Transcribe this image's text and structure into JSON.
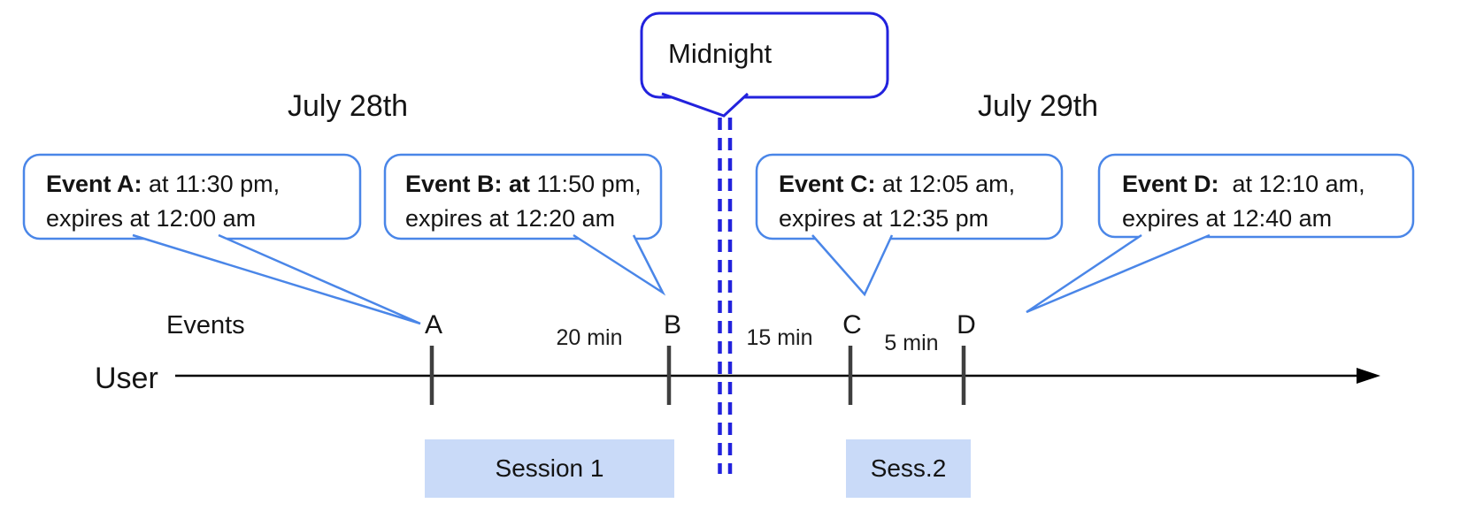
{
  "diagram": {
    "dates": {
      "left": "July 28th",
      "right": "July 29th"
    },
    "midnight_label": "Midnight",
    "axis": {
      "events_label": "Events",
      "user_label": "User"
    },
    "ticks": [
      "A",
      "B",
      "C",
      "D"
    ],
    "intervals": [
      "20 min",
      "15 min",
      "5 min"
    ],
    "callouts": [
      {
        "event": "A",
        "bold": "Event A:",
        "rest": " at 11:30 pm,",
        "line2": "expires at 12:00 am"
      },
      {
        "event": "B",
        "bold": "Event B: at",
        "rest": " 11:50 pm,",
        "line2": "expires at 12:20 am"
      },
      {
        "event": "C",
        "bold": "Event C:",
        "rest": " at 12:05 am,",
        "line2": "expires at 12:35 pm"
      },
      {
        "event": "D",
        "bold": "Event D:",
        "rest": "  at 12:10 am,",
        "line2": "expires at 12:40 am"
      }
    ],
    "sessions": [
      "Session 1",
      "Sess.2"
    ],
    "colors": {
      "callout_border": "#4a86e8",
      "midnight_border": "#2222dd",
      "dashed_line": "#2222dd",
      "session_fill": "#c9daf8",
      "tick": "#3f3f3f",
      "axis": "#000000"
    }
  }
}
